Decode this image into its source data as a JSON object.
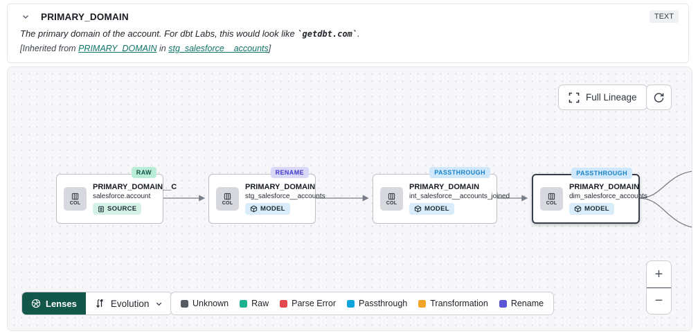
{
  "header": {
    "title": "PRIMARY_DOMAIN",
    "type_badge": "TEXT",
    "description_prefix": "The primary domain of the account. For dbt Labs, this would look like ",
    "description_code": "`getdbt.com`",
    "description_suffix": ".",
    "inherited_prefix": "[Inherited from ",
    "inherited_link_column": "PRIMARY_DOMAIN",
    "inherited_middle": " in ",
    "inherited_link_model": "stg_salesforce__accounts",
    "inherited_suffix": "]"
  },
  "canvas": {
    "full_lineage_label": "Full Lineage",
    "zoom_in_label": "+",
    "zoom_out_label": "−",
    "nodes": [
      {
        "title": "PRIMARY_DOMAIN__C",
        "subtitle": "salesforce.account",
        "col_label": "COL",
        "resource_label": "SOURCE",
        "status_label": "RAW",
        "selected": false
      },
      {
        "title": "PRIMARY_DOMAIN",
        "subtitle": "stg_salesforce__accounts",
        "col_label": "COL",
        "resource_label": "MODEL",
        "status_label": "RENAME",
        "selected": false
      },
      {
        "title": "PRIMARY_DOMAIN",
        "subtitle": "int_salesforce__accounts_joined",
        "col_label": "COL",
        "resource_label": "MODEL",
        "status_label": "PASSTHROUGH",
        "selected": false
      },
      {
        "title": "PRIMARY_DOMAIN",
        "subtitle": "dim_salesforce_accounts",
        "col_label": "COL",
        "resource_label": "MODEL",
        "status_label": "PASSTHROUGH",
        "selected": true
      }
    ]
  },
  "toolbar": {
    "lenses_label": "Lenses",
    "lens_selected": "Evolution"
  },
  "legend": {
    "items": [
      {
        "label": "Unknown",
        "color": "#565b63"
      },
      {
        "label": "Raw",
        "color": "#1bb290"
      },
      {
        "label": "Parse Error",
        "color": "#e4484f"
      },
      {
        "label": "Passthrough",
        "color": "#0ea5dd"
      },
      {
        "label": "Transformation",
        "color": "#f0a429"
      },
      {
        "label": "Rename",
        "color": "#5d55d8"
      }
    ]
  },
  "colors": {
    "accent_teal": "#13564a",
    "link_teal": "#0e7466",
    "status_raw_bg": "#b9edd8",
    "status_rename_bg": "#d9d8f9",
    "status_passthrough_bg": "#cfe8fb",
    "canvas_bg": "#f7f7f9"
  }
}
